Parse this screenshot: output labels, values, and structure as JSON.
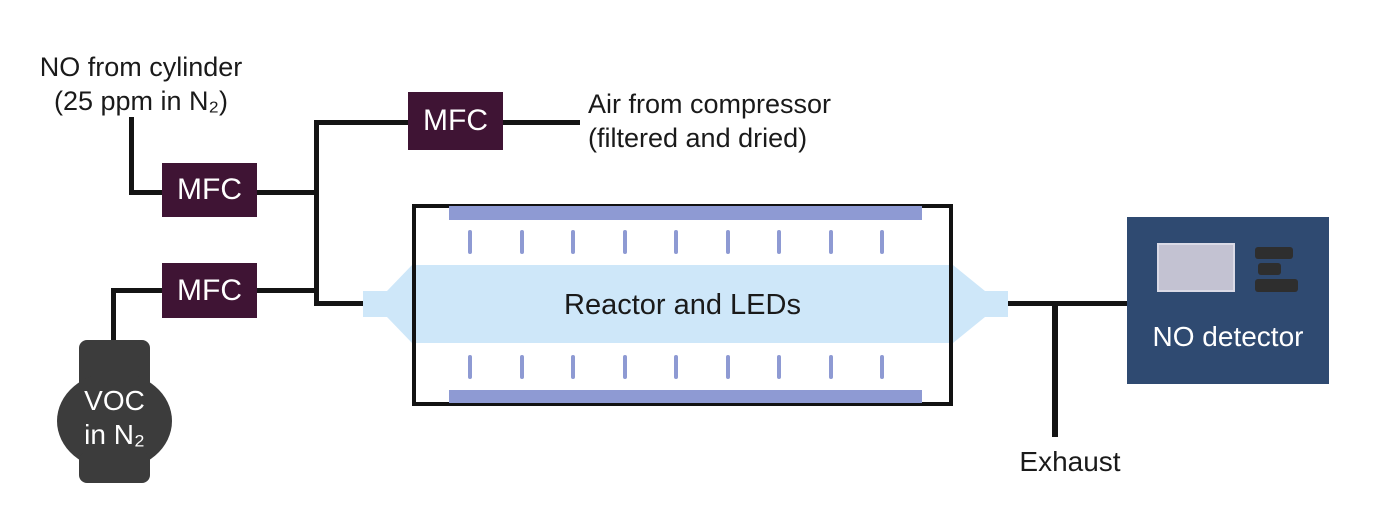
{
  "labels": {
    "no_source_line1": "NO from cylinder",
    "no_source_line2": "(25 ppm in N₂)",
    "air_source_line1": "Air from compressor",
    "air_source_line2": "(filtered and dried)",
    "mfc": "MFC",
    "reactor": "Reactor and LEDs",
    "voc_line1": "VOC",
    "voc_line2": "in N₂",
    "detector": "NO detector",
    "exhaust": "Exhaust"
  },
  "colors": {
    "mfc-purple": "#3F1434",
    "detector-navy": "#2F4A71",
    "tube-blue": "#CEE7F9",
    "led-periwinkle": "#8E9AD3",
    "flask-gray": "#3C3C3C",
    "line-black": "#141414",
    "screen-gray": "#C3C2D2",
    "screen-border": "#DADAE6",
    "vent-dark": "#2E2E2E",
    "text-black": "#1A1A1A",
    "text-white": "#FFFFFF"
  },
  "led_ticks": {
    "xs": [
      468,
      519.5,
      571,
      622.5,
      674,
      725.5,
      777,
      828.5,
      880
    ],
    "rows_y": [
      230,
      355
    ]
  }
}
